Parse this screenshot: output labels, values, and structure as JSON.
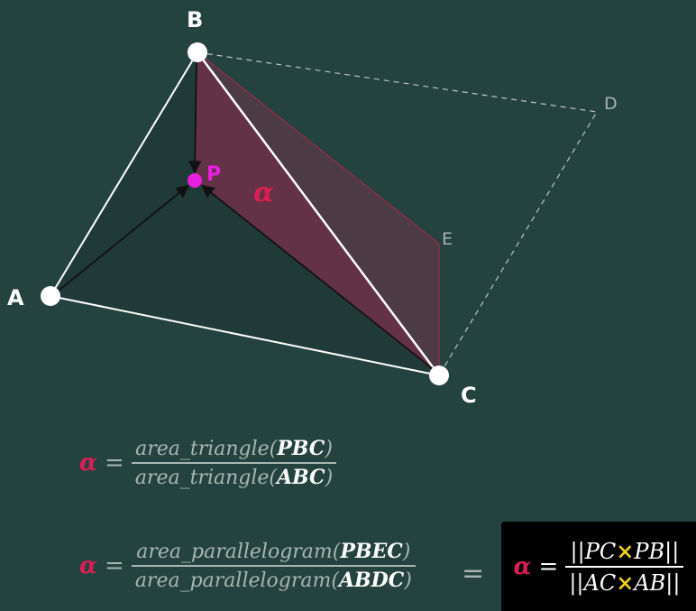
{
  "vertices": {
    "A": "A",
    "B": "B",
    "C": "C",
    "D": "D",
    "E": "E",
    "P": "P"
  },
  "alpha_symbol": "α",
  "equals": "=",
  "formula1": {
    "numerator_fn": "area_triangle(",
    "numerator_pts": "PBC",
    "denominator_fn": "area_triangle(",
    "denominator_pts": "ABC",
    "close": ")"
  },
  "formula2": {
    "numerator_fn": "area_parallelogram(",
    "numerator_pts": "PBEC",
    "denominator_fn": "area_parallelogram(",
    "denominator_pts": "ABDC",
    "close": ")"
  },
  "formula3": {
    "bars": "||",
    "num_left": "PC",
    "num_right": "PB",
    "den_left": "AC",
    "den_right": "AB",
    "cross": "×"
  },
  "colors": {
    "background": "#24423e",
    "alpha": "#d91f55",
    "point_p": "#e81ee0",
    "cross": "#f2d21a"
  }
}
